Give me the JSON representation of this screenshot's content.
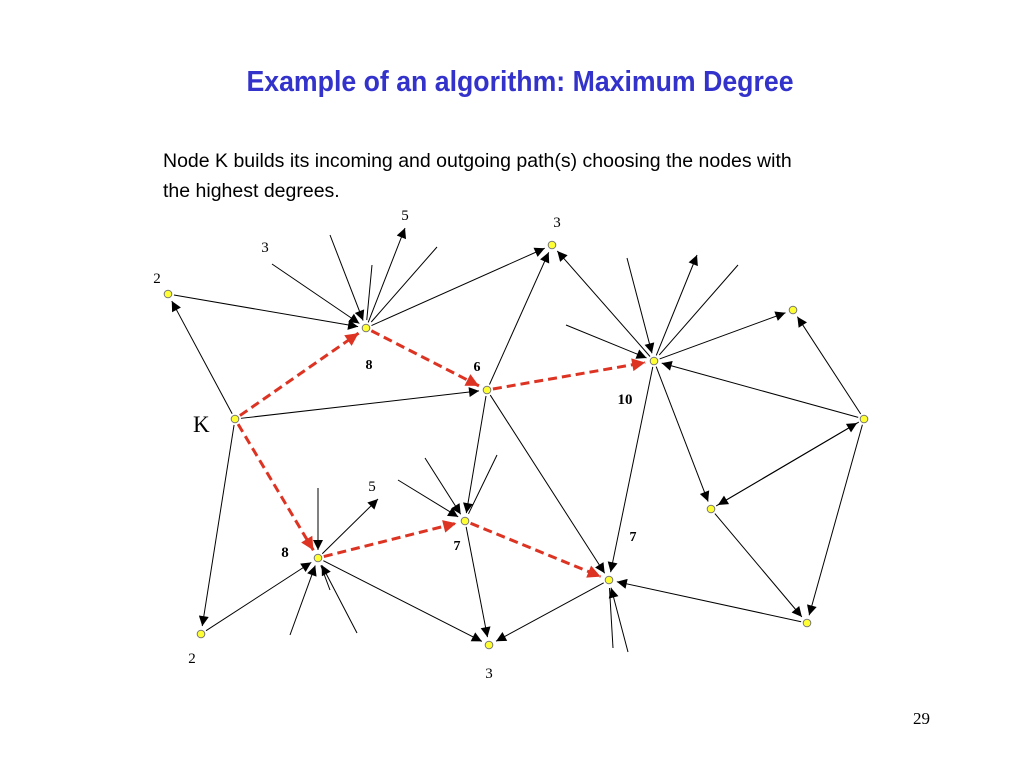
{
  "slide": {
    "title": "Example of an algorithm: Maximum Degree",
    "description": [
      "Node K builds its incoming and outgoing path(s) choosing the nodes with",
      "the highest degrees."
    ],
    "page_number": "29"
  },
  "graph": {
    "node_labels": {
      "k": "K",
      "nA": "8",
      "nB": "6",
      "nC": "10",
      "nD": "8",
      "nE": "7",
      "nF": "7",
      "nTop3": "3",
      "nTL2": "2",
      "nBL2": "2",
      "nB3": "3",
      "stub3": "3",
      "stub5a": "5",
      "stub5b": "5"
    },
    "colors": {
      "node_fill": "#ffff33",
      "edge": "#000000",
      "path": "#dd3322",
      "title": "#3333cc"
    }
  }
}
